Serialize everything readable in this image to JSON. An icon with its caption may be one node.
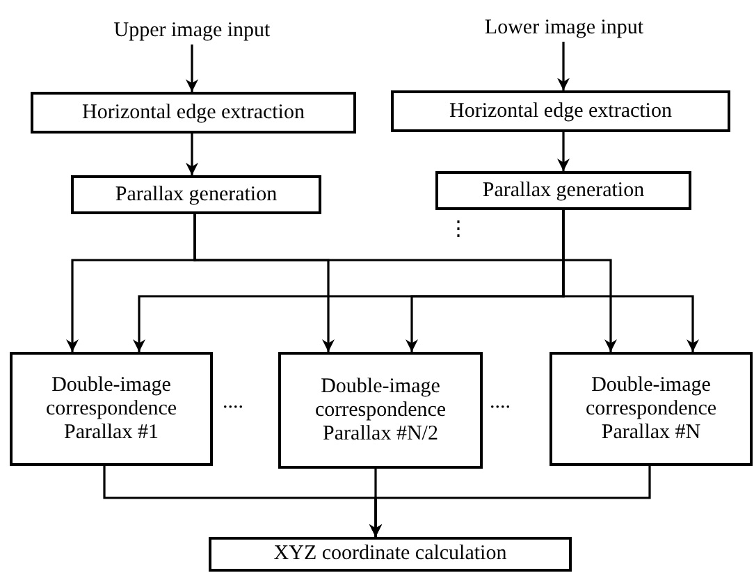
{
  "diagram": {
    "nodes": [
      {
        "text": [
          "Upper image input"
        ]
      },
      {
        "text": [
          "Lower image input"
        ]
      },
      {
        "text": [
          "Horizontal edge extraction"
        ]
      },
      {
        "text": [
          "Horizontal edge extraction"
        ]
      },
      {
        "text": [
          "Parallax generation"
        ]
      },
      {
        "text": [
          "Parallax generation"
        ]
      },
      {
        "text": [
          "Double-image correspondence",
          "Parallax #1"
        ]
      },
      {
        "text": [
          "Double-image correspondence",
          "Parallax #N/2"
        ]
      },
      {
        "text": [
          "Double-image correspondence",
          "Parallax #N"
        ]
      },
      {
        "text": [
          "XYZ coordinate calculation"
        ]
      }
    ],
    "edges": [
      {
        "from": 0,
        "to": 2,
        "arrow": "to"
      },
      {
        "from": 1,
        "to": 3,
        "arrow": "to"
      },
      {
        "from": 2,
        "to": 4,
        "arrow": "to"
      },
      {
        "from": 3,
        "to": 5,
        "arrow": "to"
      },
      {
        "from": 4,
        "to": 6,
        "arrow": "to"
      },
      {
        "from": 4,
        "to": 7,
        "arrow": "to"
      },
      {
        "from": 4,
        "to": 8,
        "arrow": "to"
      },
      {
        "from": 5,
        "to": 6,
        "arrow": "to"
      },
      {
        "from": 5,
        "to": 7,
        "arrow": "to"
      },
      {
        "from": 5,
        "to": 8,
        "arrow": "to"
      },
      {
        "from": 6,
        "to": 9,
        "arrow": "to"
      },
      {
        "from": 7,
        "to": 9,
        "arrow": "to"
      },
      {
        "from": 8,
        "to": 9,
        "arrow": "to"
      }
    ],
    "labels": [
      "⋮",
      "....",
      "...."
    ]
  }
}
